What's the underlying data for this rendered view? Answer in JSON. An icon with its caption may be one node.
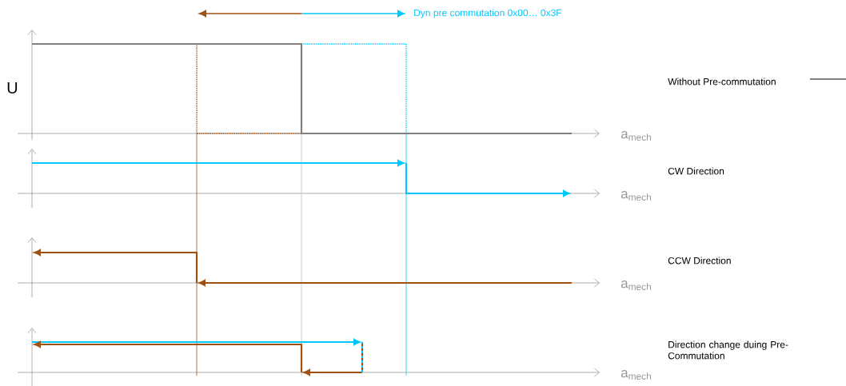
{
  "diagram": {
    "labels": [
      "Dyn pre commutation 0x00… 0x3F",
      "U",
      "Without Pre-commutation",
      "a$_{mech}$",
      "CW Direction",
      "a$_{mech}$",
      "CCW Direction",
      "a$_{mech}$",
      "Direction change duing Pre-Commutation",
      "a$_{mech}$"
    ]
  }
}
